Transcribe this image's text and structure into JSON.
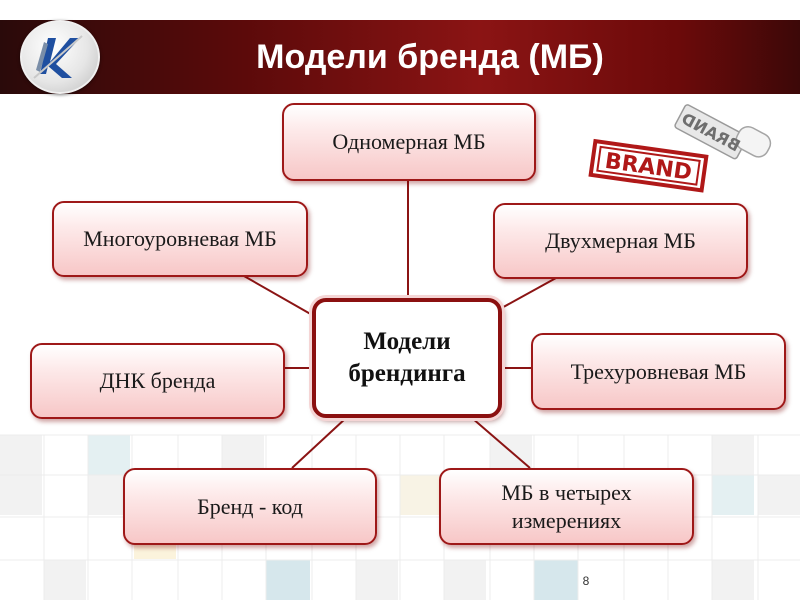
{
  "header": {
    "title": "Модели бренда (МБ)"
  },
  "center": {
    "line1": "Модели",
    "line2": "брендинга"
  },
  "nodes": {
    "one_dimensional": "Одномерная МБ",
    "multilevel": "Многоуровневая МБ",
    "two_dimensional": "Двухмерная МБ",
    "dna": "ДНК бренда",
    "three_level": "Трехуровневая МБ",
    "brand_code": "Бренд - код",
    "four_dimensions_line1": "МБ в четырех",
    "four_dimensions_line2": "измерениях"
  },
  "stamp": {
    "text": "BRAND",
    "mirrored_text": "BRAND"
  },
  "page_number": "8",
  "colors": {
    "accent": "#8b1010",
    "header_dark": "#3c0808",
    "box_fill": "#f7c7c7"
  }
}
